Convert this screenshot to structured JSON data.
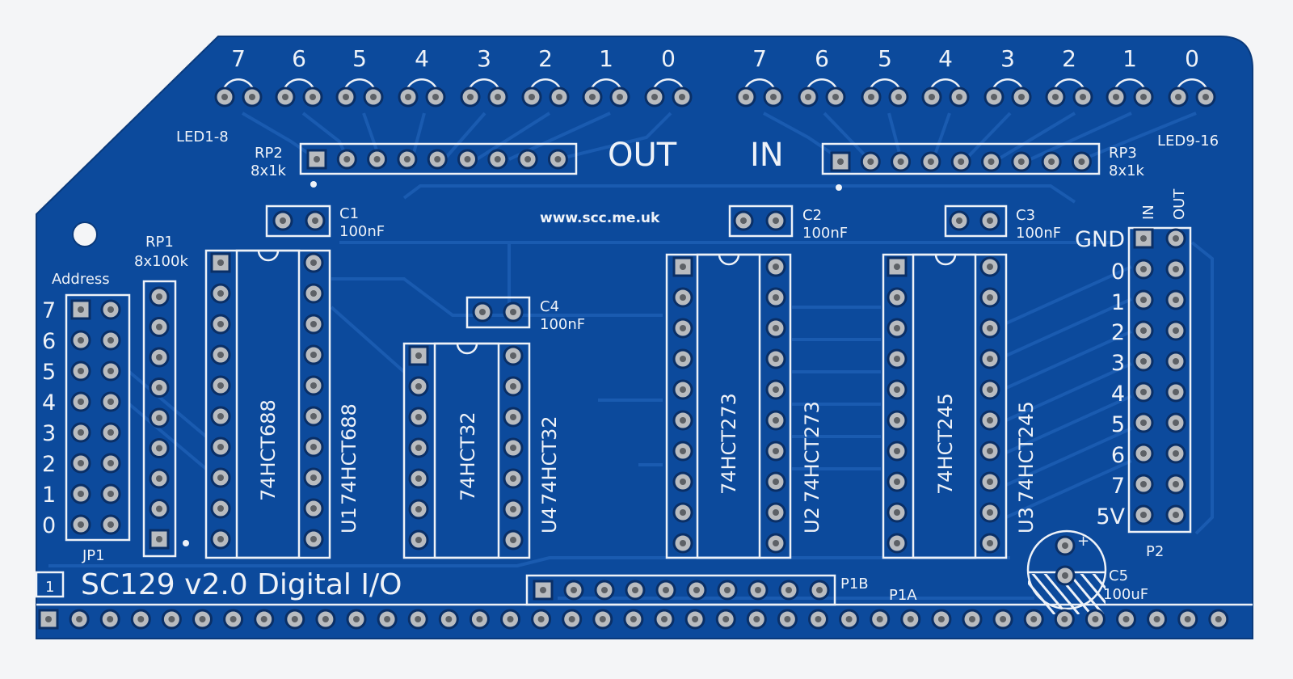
{
  "board": {
    "title": "SC129 v2.0 Digital I/O",
    "url": "www.scc.me.uk",
    "pin1_marker": "1",
    "colors": {
      "board": "#0c4a9c",
      "silkscreen": "#eef2f8",
      "pad": "#b9bcc0",
      "background": "#f4f5f7"
    }
  },
  "leds": {
    "out_bits": [
      "7",
      "6",
      "5",
      "4",
      "3",
      "2",
      "1",
      "0"
    ],
    "in_bits": [
      "7",
      "6",
      "5",
      "4",
      "3",
      "2",
      "1",
      "0"
    ],
    "out_label": "LED1-8",
    "in_label": "LED9-16",
    "out_section": "OUT",
    "in_section": "IN"
  },
  "resistors": {
    "rp1": {
      "ref": "RP1",
      "value": "8x100k"
    },
    "rp2": {
      "ref": "RP2",
      "value": "8x1k"
    },
    "rp3": {
      "ref": "RP3",
      "value": "8x1k"
    }
  },
  "capacitors": {
    "c1": {
      "ref": "C1",
      "value": "100nF"
    },
    "c2": {
      "ref": "C2",
      "value": "100nF"
    },
    "c3": {
      "ref": "C3",
      "value": "100nF"
    },
    "c4": {
      "ref": "C4",
      "value": "100nF"
    },
    "c5": {
      "ref": "C5",
      "value": "100uF",
      "polarity": "+"
    }
  },
  "address": {
    "label": "Address",
    "bits": [
      "7",
      "6",
      "5",
      "4",
      "3",
      "2",
      "1",
      "0"
    ],
    "jumper_ref": "JP1"
  },
  "chips": [
    {
      "ref": "U1",
      "part": "74HCT688"
    },
    {
      "ref": "U4",
      "part": "74HCT32"
    },
    {
      "ref": "U2",
      "part": "74HCT273"
    },
    {
      "ref": "U3",
      "part": "74HCT245"
    }
  ],
  "p2": {
    "ref": "P2",
    "col_in": "IN",
    "col_out": "OUT",
    "rows": [
      "GND",
      "0",
      "1",
      "2",
      "3",
      "4",
      "5",
      "6",
      "7",
      "5V"
    ]
  },
  "bus": {
    "p1b": "P1B",
    "p1a": "P1A"
  }
}
